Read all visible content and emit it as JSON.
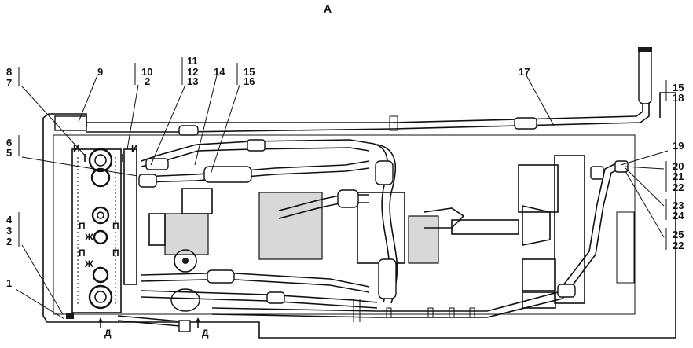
{
  "view_label": "А",
  "callouts": {
    "c1": "1",
    "c2a": "2",
    "c3": "3",
    "c4": "4",
    "c5": "5",
    "c6": "6",
    "c7": "7",
    "c8": "8",
    "c9": "9",
    "c10": "10",
    "c2b": "2",
    "c11": "11",
    "c12": "12",
    "c13": "13",
    "c14": "14",
    "c15a": "15",
    "c16": "16",
    "c17": "17",
    "c15b": "15",
    "c18": "18",
    "c19": "19",
    "c20": "20",
    "c21": "21",
    "c22a": "22",
    "c23": "23",
    "c24": "24",
    "c25": "25",
    "c22b": "22"
  },
  "section_marks": {
    "i_left": "И",
    "i_right": "И",
    "p_upper_left": "П",
    "p_upper_right": "П",
    "zh_upper": "Ж",
    "zh_lower": "Ж",
    "p_lower_left": "П",
    "p_lower_right": "П",
    "d_left": "Д",
    "d_right": "Д"
  }
}
